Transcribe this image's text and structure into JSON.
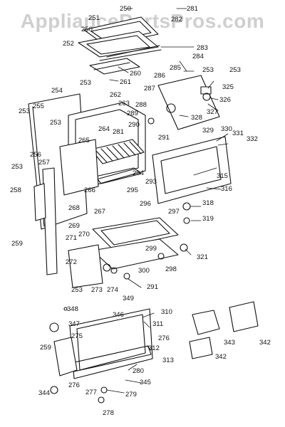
{
  "watermark": "AppliancePartsPros.com",
  "colors": {
    "ink": "#111111",
    "watermark": "#cfcfcf",
    "background": "#ffffff"
  },
  "callouts": {
    "c250a": "250",
    "c250b": "250",
    "c251": "251",
    "c281a": "281",
    "c282": "282",
    "c283": "283",
    "c252": "252",
    "c260": "260",
    "c261": "261",
    "c253a": "253",
    "c284": "284",
    "c285": "285",
    "c253b": "253",
    "c253c": "253",
    "c286": "286",
    "c325": "325",
    "c254": "254",
    "c262": "262",
    "c263": "263",
    "c287": "287",
    "c288": "288",
    "c326": "326",
    "c327": "327",
    "c255": "255",
    "c253d": "253",
    "c289": "289",
    "c290": "290",
    "c264": "264",
    "c328": "328",
    "c253e": "253",
    "c281b": "281",
    "c291": "291",
    "c329": "329",
    "c330": "330",
    "c331": "331",
    "c332": "332",
    "c265": "265",
    "c256": "256",
    "c257": "257",
    "c253f": "253",
    "c258": "258",
    "c294": "294",
    "c293": "293",
    "c315": "315",
    "c316": "316",
    "c266": "266",
    "c295": "295",
    "c268": "268",
    "c267": "267",
    "c296": "296",
    "c318": "318",
    "c297": "297",
    "c319": "319",
    "c269": "269",
    "c259a": "259",
    "c270": "270",
    "c271": "271",
    "c299": "299",
    "c321": "321",
    "c272": "272",
    "c298": "298",
    "c300": "300",
    "c253g": "253",
    "c273": "273",
    "c274": "274",
    "c291b": "291",
    "c349": "349",
    "c348": "348",
    "c346": "346",
    "c310": "310",
    "c347": "347",
    "c311": "311",
    "c275": "275",
    "c276a": "276",
    "c343": "343",
    "c342a": "342",
    "c259b": "259",
    "c312": "312",
    "c342b": "342",
    "c313": "313",
    "c280": "280",
    "c276b": "276",
    "c345": "345",
    "c277": "277",
    "c279": "279",
    "c344": "344",
    "c278": "278"
  }
}
